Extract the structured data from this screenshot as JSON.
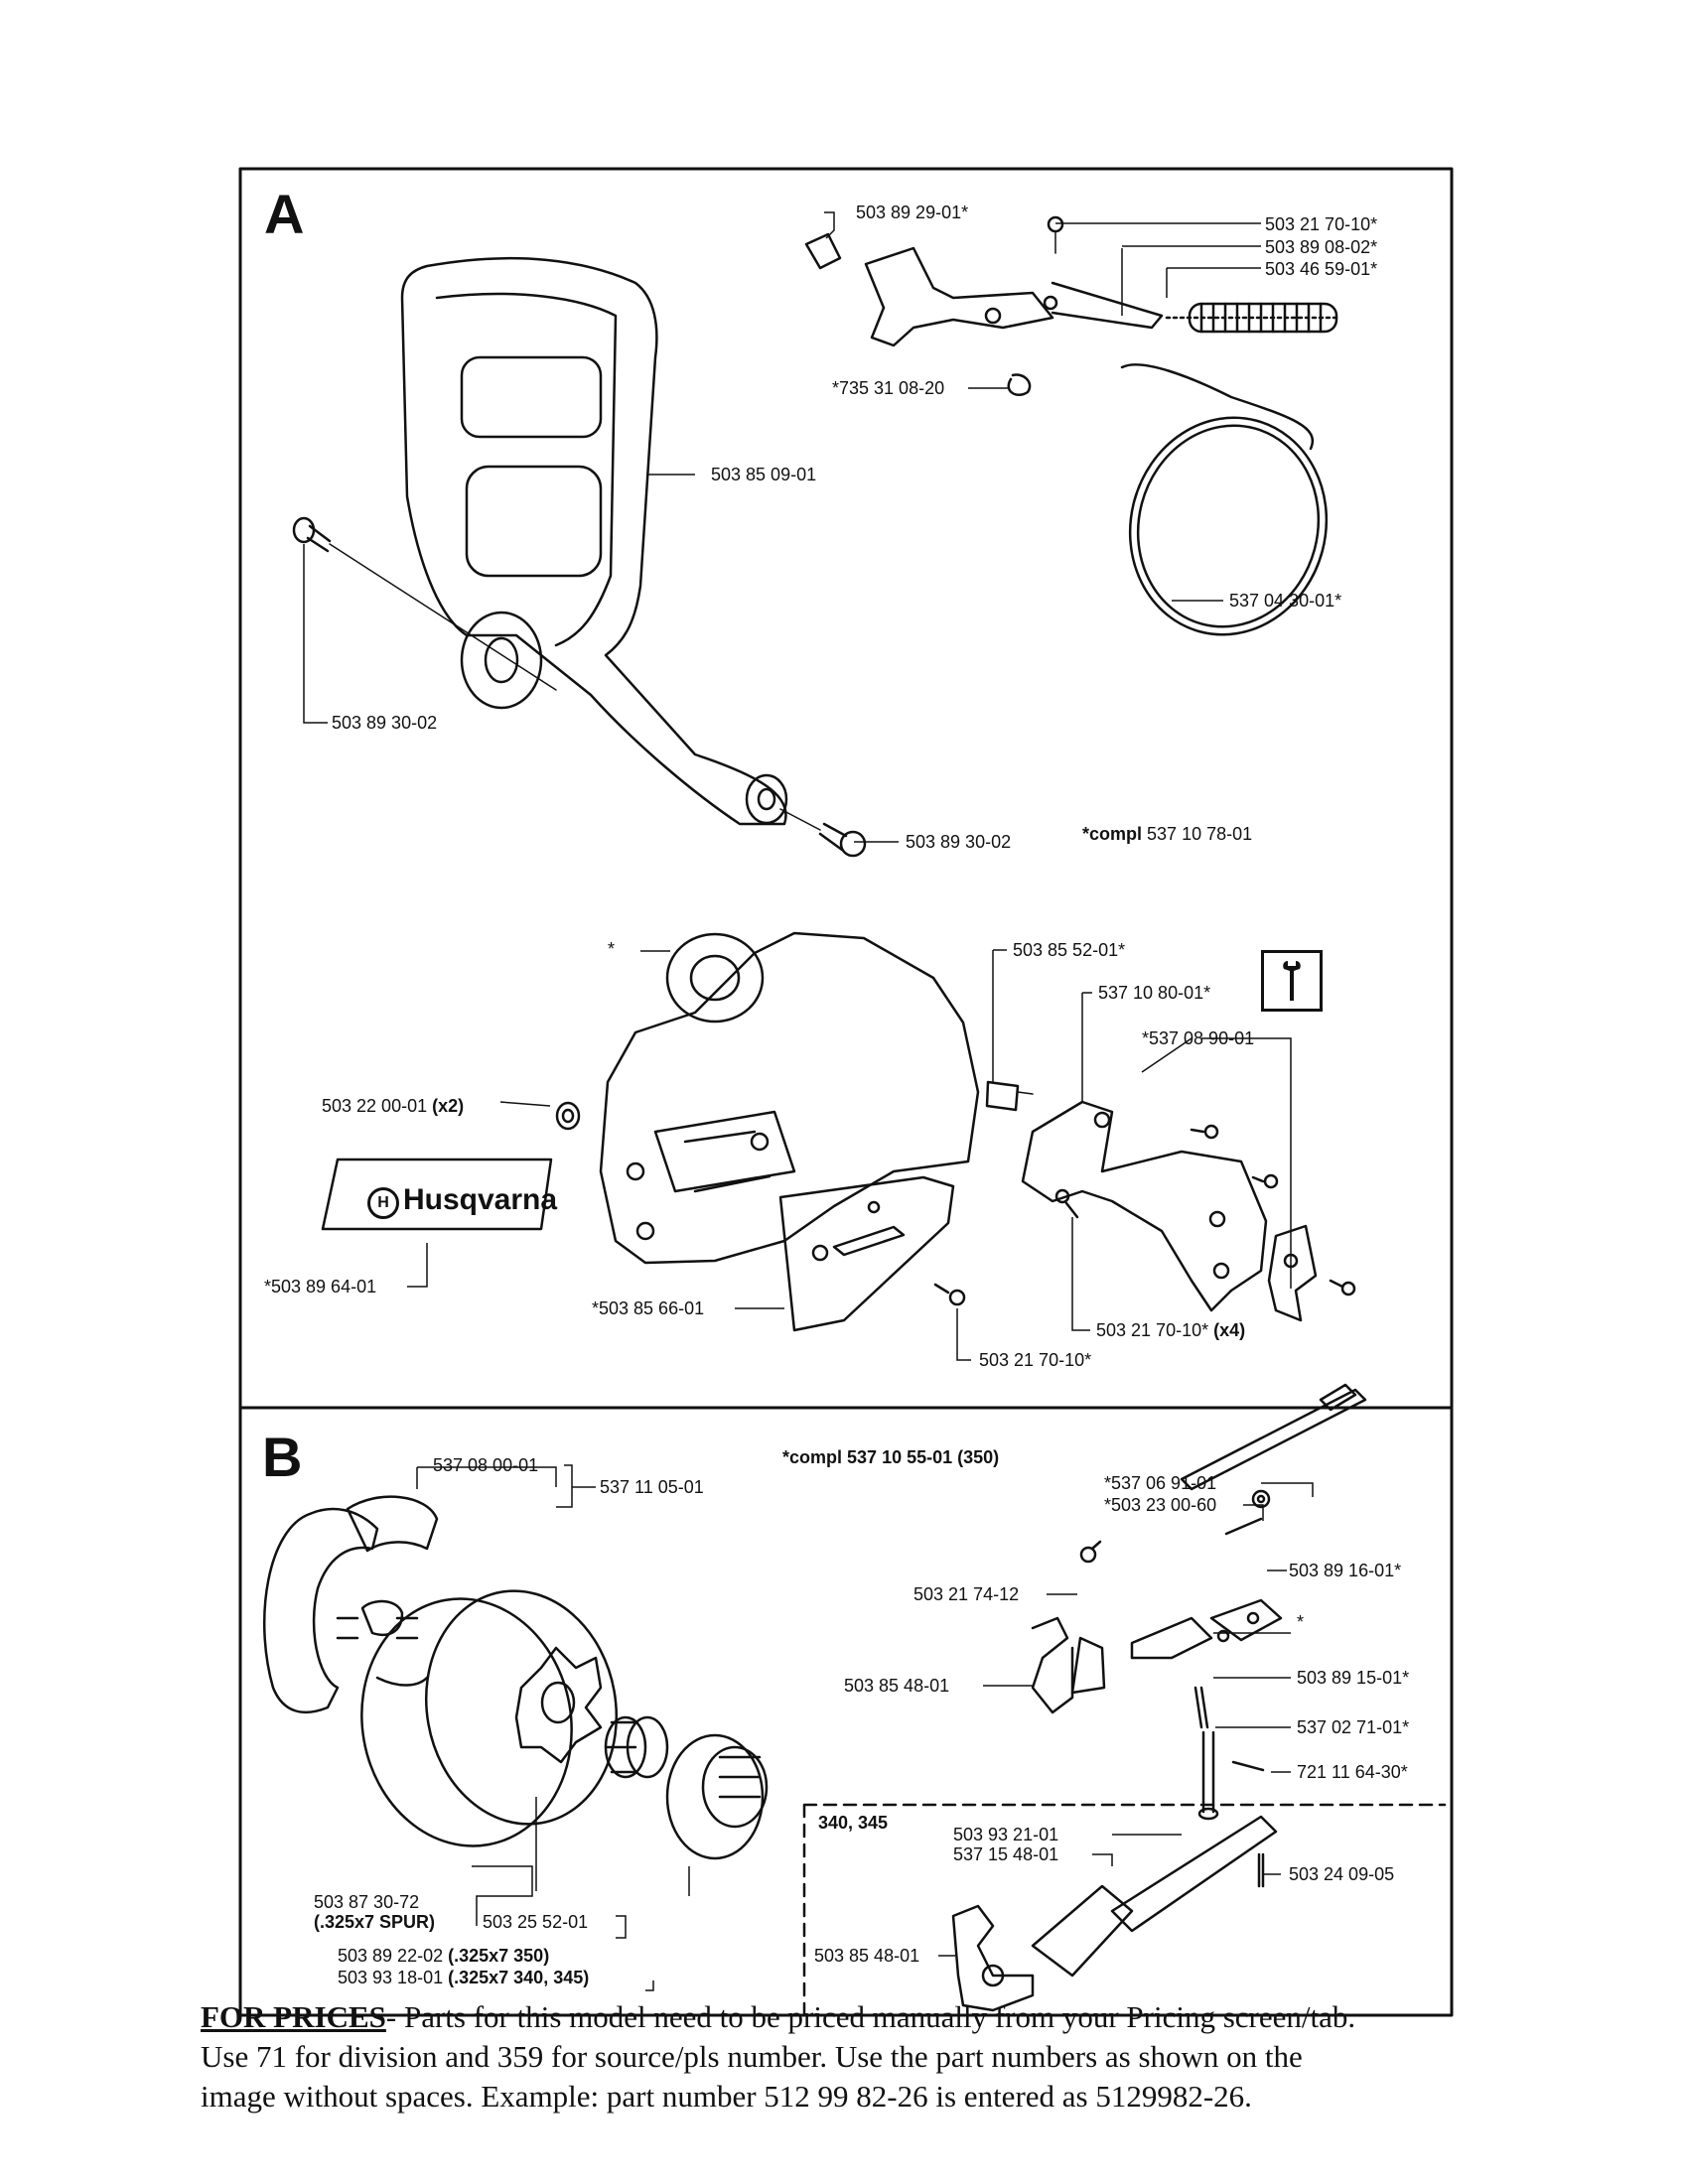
{
  "panel_a": {
    "letter": "A",
    "labels": [
      {
        "id": "a1",
        "text": "503 89 29-01*"
      },
      {
        "id": "a2",
        "text": "503 21 70-10*"
      },
      {
        "id": "a3",
        "text": "503 89 08-02*"
      },
      {
        "id": "a4",
        "text": "503 46 59-01*"
      },
      {
        "id": "a5",
        "text": "*735 31 08-20"
      },
      {
        "id": "a6",
        "text": "503 85 09-01"
      },
      {
        "id": "a7",
        "text": "537 04 30-01*"
      },
      {
        "id": "a8",
        "text": "503 89 30-02"
      },
      {
        "id": "a9",
        "text": "503 89 30-02"
      },
      {
        "id": "a11",
        "text": "503 85 52-01*"
      },
      {
        "id": "a12",
        "text": "537 10 80-01*"
      },
      {
        "id": "a13",
        "text": "*537 08 90-01"
      },
      {
        "id": "a14",
        "text": "503 22 00-01"
      },
      {
        "id": "a16",
        "text": "*503 89 64-01"
      },
      {
        "id": "a17",
        "text": "*503 85 66-01"
      },
      {
        "id": "a18",
        "text": "503 21 70-10*"
      },
      {
        "id": "a20",
        "text": "503 21 70-10*"
      },
      {
        "id": "a21",
        "text": "*"
      }
    ],
    "compl_prefix": "*compl",
    "compl_number": "537 10 78-01",
    "qty_x2": "(x2)",
    "qty_x4": "(x4)",
    "brand": "Husqvarna",
    "brand_mark": "H"
  },
  "panel_b": {
    "letter": "B",
    "labels": [
      {
        "id": "b1",
        "text": "537 08 00-01"
      },
      {
        "id": "b2",
        "text": "537 11 05-01"
      },
      {
        "id": "b4",
        "text": "*537 06 91-01"
      },
      {
        "id": "b5",
        "text": "*503 23 00-60"
      },
      {
        "id": "b6",
        "text": "503 21 74-12"
      },
      {
        "id": "b7",
        "text": "503 89 16-01*"
      },
      {
        "id": "b8",
        "text": "*"
      },
      {
        "id": "b9",
        "text": "503 85 48-01"
      },
      {
        "id": "b10",
        "text": "503 89 15-01*"
      },
      {
        "id": "b11",
        "text": "537 02 71-01*"
      },
      {
        "id": "b12",
        "text": "721 11 64-30*"
      },
      {
        "id": "b14",
        "text": "503 93 21-01"
      },
      {
        "id": "b15",
        "text": "537 15 48-01"
      },
      {
        "id": "b16",
        "text": "503 24 09-05"
      },
      {
        "id": "b17",
        "text": "503 85 48-01"
      },
      {
        "id": "b18",
        "text": "503 87 30-72"
      },
      {
        "id": "b20",
        "text": "503 25 52-01"
      },
      {
        "id": "b21",
        "text": "503 89 22-02"
      },
      {
        "id": "b22",
        "text": "503 93 18-01"
      }
    ],
    "compl_prefix": "*compl",
    "compl_text": "537 10 55-01 (350)",
    "models_note": "340, 345",
    "spur_note": "(.325x7 SPUR)",
    "drum_note_350": "(.325x7  350)",
    "drum_note_340": "(.325x7  340, 345)"
  },
  "footer": {
    "heading": "FOR PRICES",
    "line1": "- Parts for this model need to be priced manually from your Pricing screen/tab.",
    "line2": "Use 71 for division and 359 for source/pls number.   Use the part numbers as shown on the",
    "line3": "image without spaces.  Example: part number 512 99 82-26 is entered as 5129982-26."
  }
}
